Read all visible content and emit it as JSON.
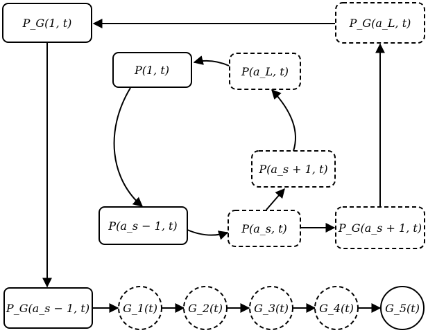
{
  "nodes": {
    "pg_1_t": "P_G(1, t)",
    "pg_aL_t": "P_G(a_L, t)",
    "p_1_t": "P(1, t)",
    "p_aL_t": "P(a_L, t)",
    "p_as_plus1_t": "P(a_s + 1, t)",
    "p_as_minus1_t": "P(a_s − 1, t)",
    "p_as_t": "P(a_s, t)",
    "pg_as_plus1_t": "P_G(a_s + 1, t)",
    "pg_as_minus1_t": "P_G(a_s − 1, t)",
    "g1": "G_1(t)",
    "g2": "G_2(t)",
    "g3": "G_3(t)",
    "g4": "G_4(t)",
    "g5": "G_5(t)"
  }
}
